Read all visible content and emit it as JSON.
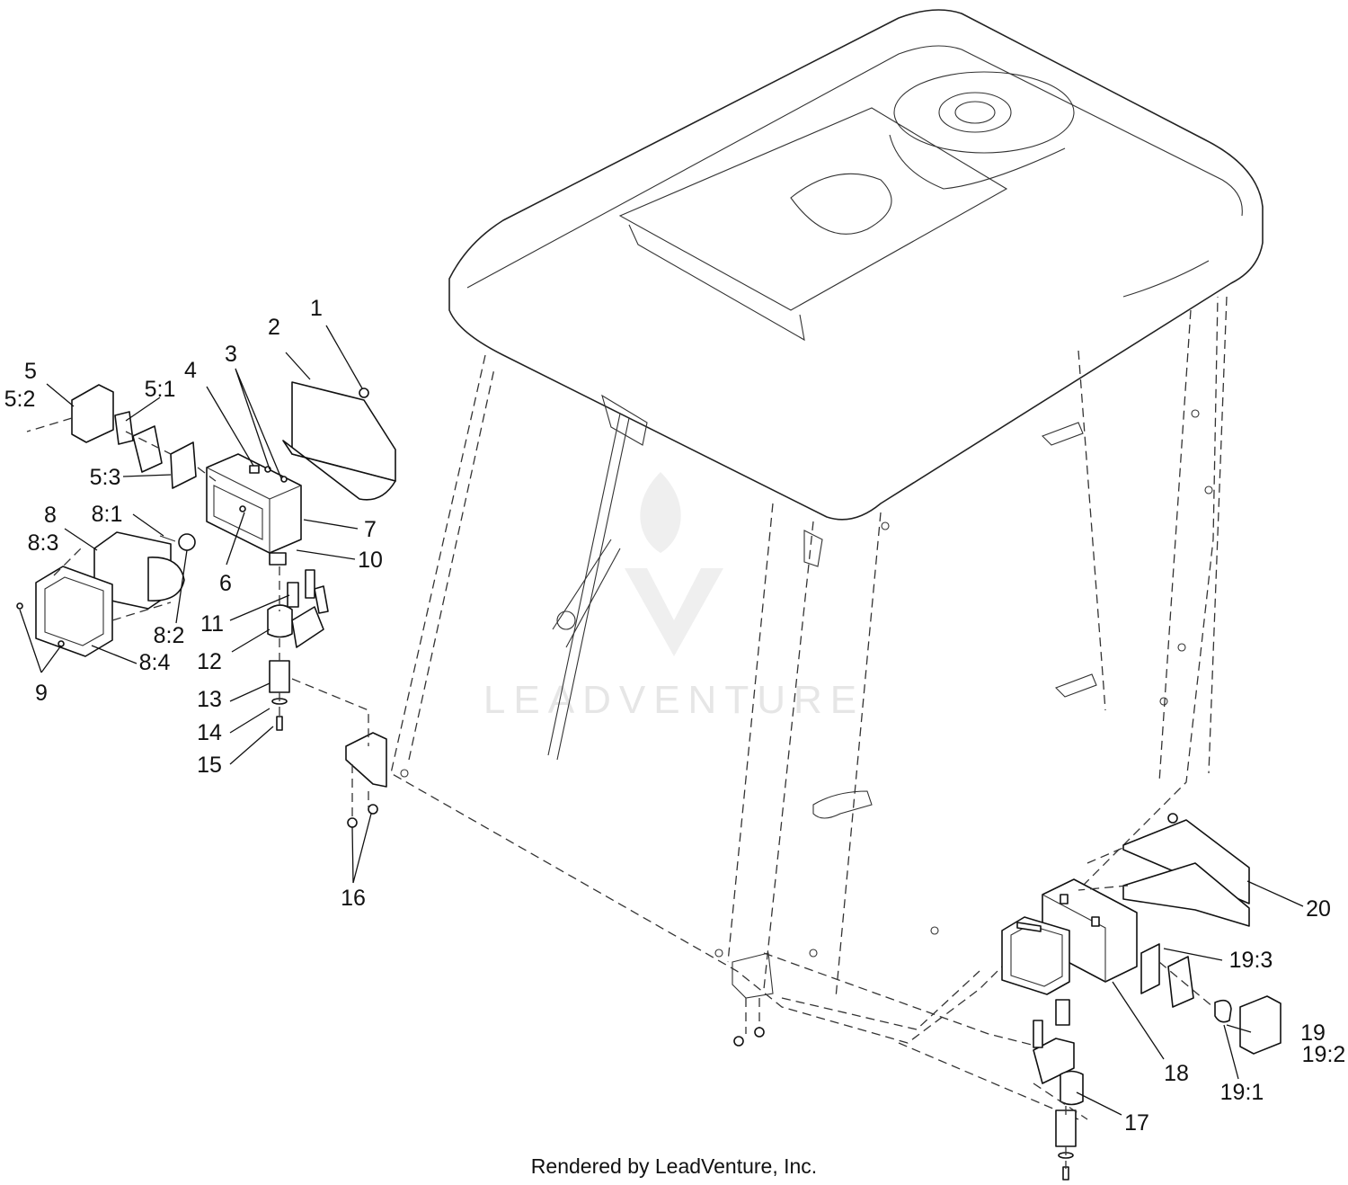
{
  "callouts": [
    {
      "id": "c1",
      "text": "1"
    },
    {
      "id": "c2",
      "text": "2"
    },
    {
      "id": "c3",
      "text": "3"
    },
    {
      "id": "c4",
      "text": "4"
    },
    {
      "id": "c5",
      "text": "5"
    },
    {
      "id": "c5_2",
      "text": "5:2"
    },
    {
      "id": "c5_1",
      "text": "5:1"
    },
    {
      "id": "c5_3",
      "text": "5:3"
    },
    {
      "id": "c8",
      "text": "8"
    },
    {
      "id": "c8_3",
      "text": "8:3"
    },
    {
      "id": "c8_1",
      "text": "8:1"
    },
    {
      "id": "c7",
      "text": "7"
    },
    {
      "id": "c10",
      "text": "10"
    },
    {
      "id": "c6",
      "text": "6"
    },
    {
      "id": "c11",
      "text": "11"
    },
    {
      "id": "c8_2",
      "text": "8:2"
    },
    {
      "id": "c12",
      "text": "12"
    },
    {
      "id": "c8_4",
      "text": "8:4"
    },
    {
      "id": "c9",
      "text": "9"
    },
    {
      "id": "c13",
      "text": "13"
    },
    {
      "id": "c14",
      "text": "14"
    },
    {
      "id": "c15",
      "text": "15"
    },
    {
      "id": "c16",
      "text": "16"
    },
    {
      "id": "c20",
      "text": "20"
    },
    {
      "id": "c19_3",
      "text": "19:3"
    },
    {
      "id": "c19",
      "text": "19"
    },
    {
      "id": "c19_2",
      "text": "19:2"
    },
    {
      "id": "c18",
      "text": "18"
    },
    {
      "id": "c19_1",
      "text": "19:1"
    },
    {
      "id": "c17",
      "text": "17"
    }
  ],
  "watermark": "LEADVENTURE",
  "footer": "Rendered by LeadVenture, Inc."
}
